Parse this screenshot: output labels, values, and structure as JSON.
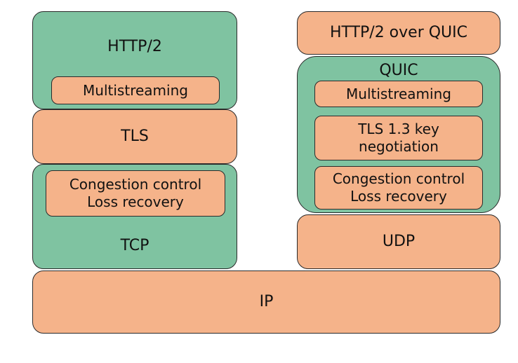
{
  "left_stack": {
    "http2": {
      "title": "HTTP/2",
      "multistreaming": "Multistreaming"
    },
    "tls": "TLS",
    "tcp": {
      "title": "TCP",
      "congestion_control": "Congestion control",
      "loss_recovery": "Loss recovery"
    }
  },
  "right_stack": {
    "http2_over_quic": "HTTP/2 over QUIC",
    "quic": {
      "title": "QUIC",
      "multistreaming": "Multistreaming",
      "tls_line1": "TLS 1.3 key",
      "tls_line2": "negotiation",
      "congestion_control": "Congestion control",
      "loss_recovery": "Loss recovery"
    },
    "udp": "UDP"
  },
  "ip": "IP",
  "colors": {
    "orange_layer": "#f5b38a",
    "green_layer": "#7fc3a1",
    "outline": "#2a2a2a"
  }
}
